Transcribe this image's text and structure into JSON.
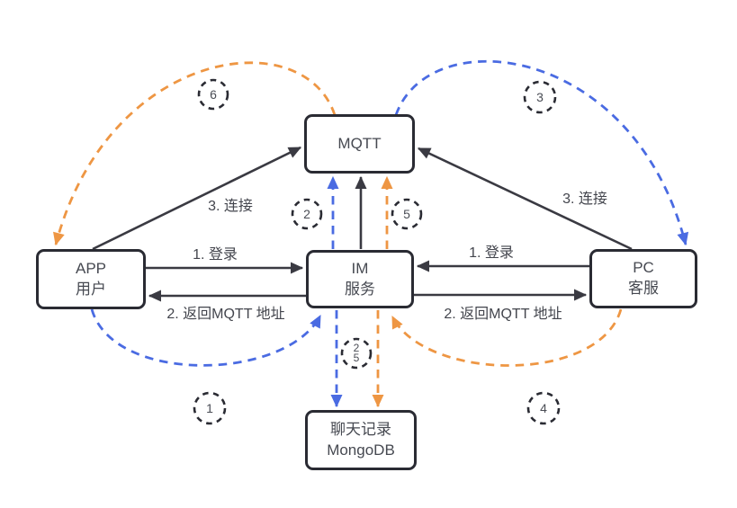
{
  "nodes": {
    "mqtt": {
      "lines": [
        "MQTT"
      ]
    },
    "app": {
      "lines": [
        "APP",
        "用户"
      ]
    },
    "im": {
      "lines": [
        "IM",
        "服务"
      ]
    },
    "pc": {
      "lines": [
        "PC",
        "客服"
      ]
    },
    "db": {
      "lines": [
        "聊天记录",
        "MongoDB"
      ]
    }
  },
  "edges": {
    "app_login": "1. 登录",
    "app_return": "2. 返回MQTT 地址",
    "app_connect": "3. 连接",
    "pc_login": "1. 登录",
    "pc_return": "2. 返回MQTT 地址",
    "pc_connect": "3. 连接"
  },
  "badges": {
    "one": "1",
    "two": "2",
    "three": "3",
    "four": "4",
    "five": "5",
    "six": "6",
    "dual_top": "2",
    "dual_bottom": "5"
  },
  "colors": {
    "orange": "#EE9643",
    "blue": "#4A6BE2",
    "line_black": "#3A3A42",
    "node_border": "#2A2B33",
    "text": "#464951"
  }
}
